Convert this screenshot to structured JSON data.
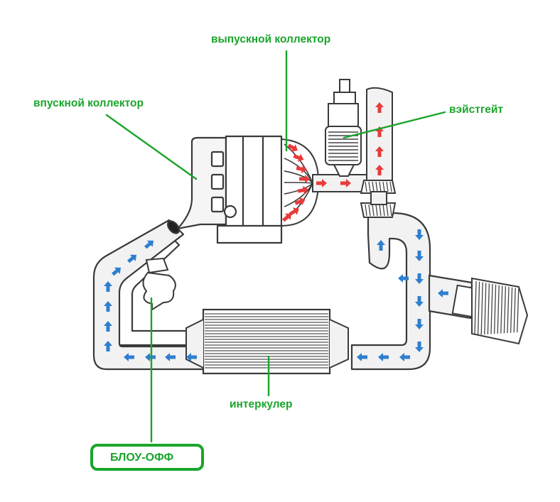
{
  "labels": {
    "exhaust_manifold": "выпускной коллектор",
    "intake_manifold": "впускной коллектор",
    "wastegate": "вэйстгейт",
    "intercooler": "интеркулер",
    "blow_off": "БЛОУ-ОФФ"
  },
  "colors": {
    "label_green": "#1aa52c",
    "pipe_outline": "#3a3a3a",
    "pipe_fill": "#f2f2f2",
    "hot_flow_arrow": "#e83b3b",
    "cold_flow_arrow": "#2f7fd0"
  },
  "icons": {
    "hot_flow": "red-arrow",
    "cold_flow": "blue-arrow"
  }
}
